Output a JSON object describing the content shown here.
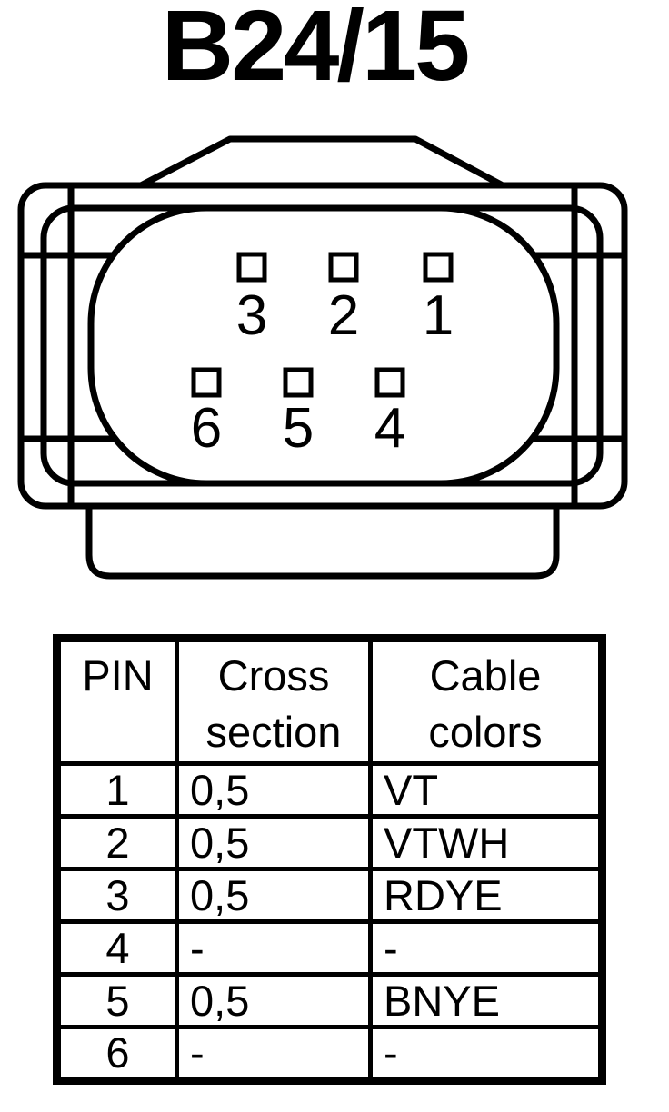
{
  "title": "B24/15",
  "connector": {
    "top_row_pins": [
      "3",
      "2",
      "1"
    ],
    "bottom_row_pins": [
      "6",
      "5",
      "4"
    ]
  },
  "table": {
    "headers": [
      "PIN",
      "Cross\nsection",
      "Cable\ncolors"
    ],
    "rows": [
      {
        "pin": "1",
        "cross_section": "0,5",
        "cable_color": "VT"
      },
      {
        "pin": "2",
        "cross_section": "0,5",
        "cable_color": "VTWH"
      },
      {
        "pin": "3",
        "cross_section": "0,5",
        "cable_color": "RDYE"
      },
      {
        "pin": "4",
        "cross_section": "-",
        "cable_color": "-"
      },
      {
        "pin": "5",
        "cross_section": "0,5",
        "cable_color": "BNYE"
      },
      {
        "pin": "6",
        "cross_section": "-",
        "cable_color": "-"
      }
    ]
  },
  "colors": {
    "line": "#000000",
    "background": "#ffffff"
  }
}
